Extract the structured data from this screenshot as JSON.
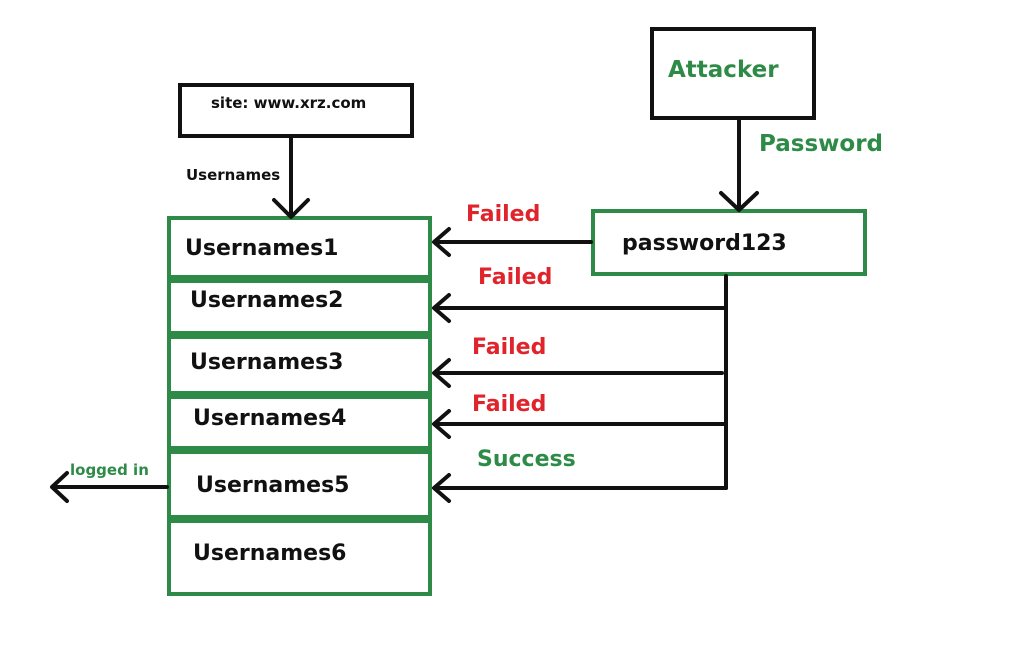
{
  "site_box": {
    "label": "site: www.xrz.com"
  },
  "attacker_box": {
    "label": "Attacker"
  },
  "password_edge_label": "Password",
  "usernames_edge_label": "Usernames",
  "password_box": {
    "label": "password123"
  },
  "username_rows": [
    "Usernames1",
    "Usernames2",
    "Usernames3",
    "Usernames4",
    "Usernames5",
    "Usernames6"
  ],
  "attempt_results": [
    "Failed",
    "Failed",
    "Failed",
    "Failed",
    "Success"
  ],
  "logged_in_label": "logged in",
  "colors": {
    "green": "#2e8b47",
    "red": "#e0242c",
    "black": "#111111"
  }
}
